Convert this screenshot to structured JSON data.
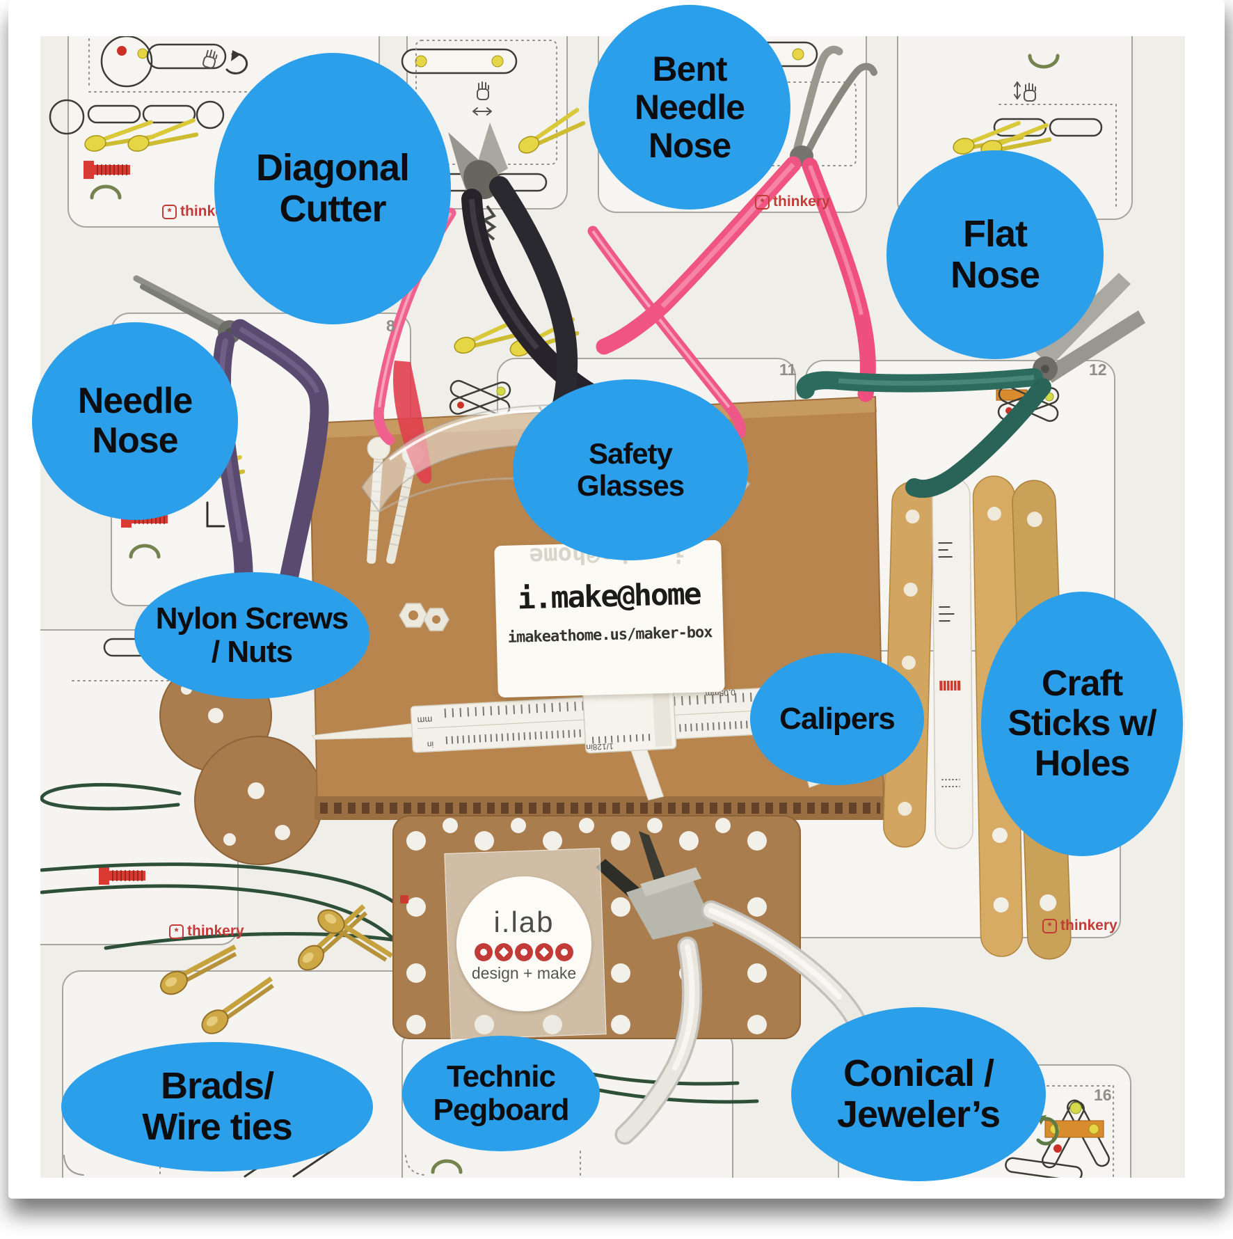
{
  "annotations": {
    "diagonal_cutter": "Diagonal\nCutter",
    "bent_needle_nose": "Bent\nNeedle\nNose",
    "flat_nose": "Flat\nNose",
    "needle_nose": "Needle\nNose",
    "safety_glasses": "Safety\nGlasses",
    "nylon_screws_nuts": "Nylon Screws\n/ Nuts",
    "calipers": "Calipers",
    "craft_sticks": "Craft\nSticks w/\nHoles",
    "brads_wire_ties": "Brads/\nWire ties",
    "technic_pegboard": "Technic\nPegboard",
    "conical_jewelers": "Conical /\nJeweler’s"
  },
  "box_label": {
    "title": "i.make@home",
    "url": "imakeathome.us/maker-box"
  },
  "sticker": {
    "title": "i.lab",
    "subtitle": "design + make"
  },
  "brand": {
    "name": "thinkery",
    "icon": "*"
  },
  "card_numbers": {
    "c8": "8",
    "c11": "11",
    "c12": "12",
    "c16": "16"
  },
  "caliper_markings": {
    "metric": "mm",
    "imperial": "in",
    "precision_metric": "0.05mm",
    "precision_imperial": "1/128in"
  },
  "colors": {
    "callout_blue": "#2B9FE9",
    "callout_text": "#0d0d0f",
    "brand_red": "#c23b38",
    "cardboard": "#b9854e",
    "pegboard": "#aa7d4f"
  }
}
